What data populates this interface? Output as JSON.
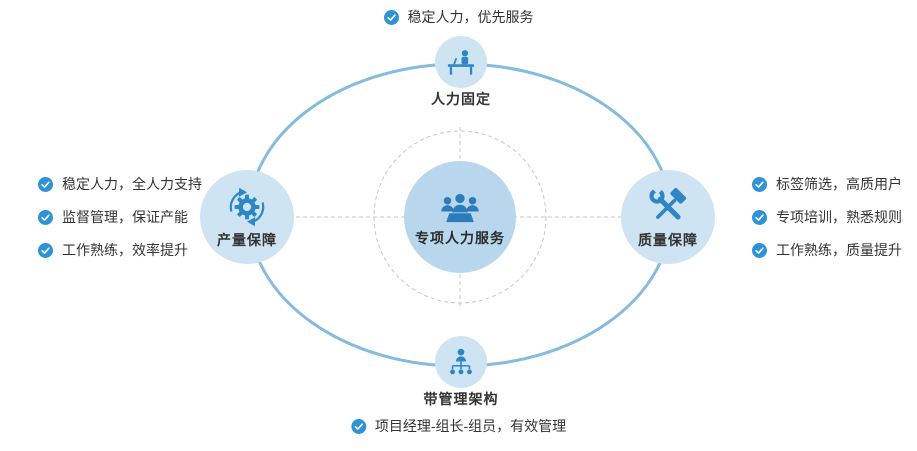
{
  "colors": {
    "accent": "#2e93d6",
    "orbit_ellipse": "#85bbdd",
    "node_fill": "#cfe4f3",
    "center_fill": "#b9d7ec",
    "icon_blue": "#2e86c4",
    "dash_gray": "#c6c6c6",
    "text": "#333333"
  },
  "notes": {
    "top": "稳定人力，优先服务",
    "bottom": "项目经理-组长-组员，有效管理"
  },
  "left_benefits": {
    "items": [
      {
        "text": "稳定人力，全人力支持"
      },
      {
        "text": "监督管理，保证产能"
      },
      {
        "text": "工作熟练，效率提升"
      }
    ]
  },
  "right_benefits": {
    "items": [
      {
        "text": "标签筛选，高质用户"
      },
      {
        "text": "专项培训，熟悉规则"
      },
      {
        "text": "工作熟练，质量提升"
      }
    ]
  },
  "nodes": {
    "top": {
      "label": "人力固定"
    },
    "left": {
      "label": "产量保障"
    },
    "right": {
      "label": "质量保障"
    },
    "bottom": {
      "label": "带管理架构"
    },
    "center": {
      "label": "专项人力服务"
    }
  }
}
